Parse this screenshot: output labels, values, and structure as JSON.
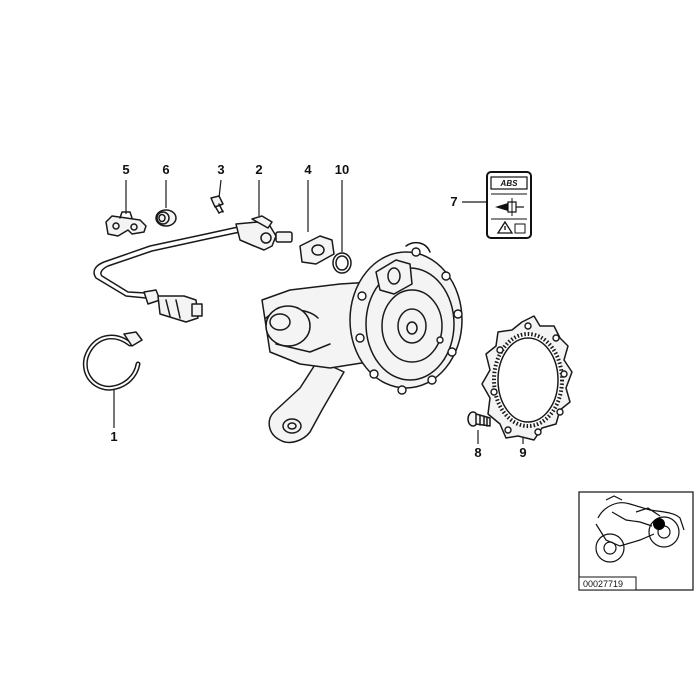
{
  "callouts": {
    "c1": "1",
    "c2": "2",
    "c3": "3",
    "c4": "4",
    "c5": "5",
    "c6": "6",
    "c7": "7",
    "c8": "8",
    "c9": "9",
    "c10": "10"
  },
  "label_sticker": {
    "abs_text": "ABS"
  },
  "thumbnail": {
    "diagram_code": "00027719"
  }
}
